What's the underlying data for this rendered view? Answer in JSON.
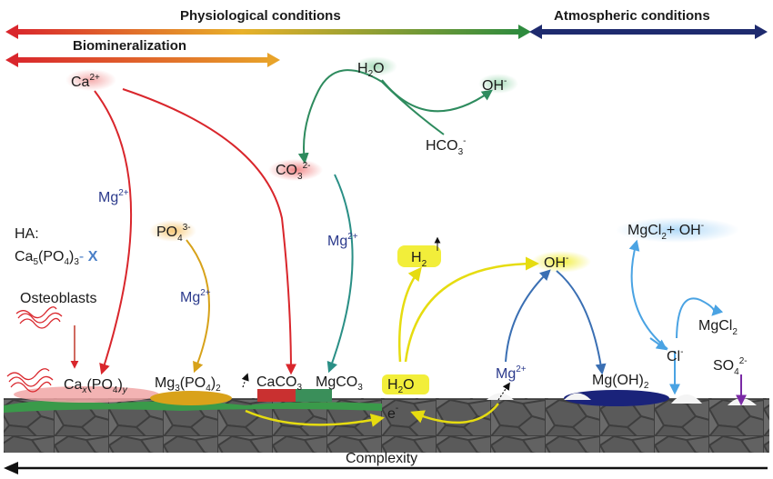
{
  "colors": {
    "red": "#d9262c",
    "green": "#2e8b5e",
    "teal": "#2a8f86",
    "gold": "#d7a21a",
    "yellow": "#f0e81e",
    "navy": "#1e2a6e",
    "blue": "#3a6fb3",
    "lightblue": "#4aa3e3",
    "purple": "#7a2aa5"
  },
  "headers": {
    "physiological": "Physiological conditions",
    "atmospheric": "Atmospheric conditions",
    "biomineralization": "Biomineralization",
    "complexity": "Complexity"
  },
  "labels": {
    "ca_ion": {
      "base": "Ca",
      "sup": "2+"
    },
    "h2o_top": {
      "base": "H",
      "sub": "2",
      "tail": "O"
    },
    "oh_top": {
      "base": "OH",
      "sup": "-"
    },
    "hco3": {
      "base": "HCO",
      "sub": "3",
      "sup": "-"
    },
    "co3": {
      "base": "CO",
      "sub": "3",
      "sup": "2-"
    },
    "mg_left": {
      "base": "Mg",
      "sup": "2+"
    },
    "mg_po4": {
      "base": "Mg",
      "sup": "2+"
    },
    "mg_co3": {
      "base": "Mg",
      "sup": "2+"
    },
    "mg_right": {
      "base": "Mg",
      "sup": "2+"
    },
    "po4": {
      "base": "PO",
      "sub": "4",
      "sup": "3-"
    },
    "ha_title": "HA:",
    "ha_formula": {
      "base": "Ca",
      "sub": "5",
      "mid": "(PO",
      "sub2": "4",
      "tail": ")",
      "sub3": "3",
      "dash": "- ",
      "x": "X"
    },
    "osteoblasts": "Osteoblasts",
    "h2_gas": {
      "base": "H",
      "sub": "2"
    },
    "oh_mid": {
      "base": "OH",
      "sup": "-"
    },
    "mgcl2_oh": {
      "base": "MgCl",
      "sub": "2",
      "plus": "+ OH",
      "sup": "-"
    },
    "mgcl2": {
      "base": "MgCl",
      "sub": "2"
    },
    "cl": {
      "base": "Cl",
      "sup": "-"
    },
    "so4": {
      "base": "SO",
      "sub": "4",
      "sup": "2-"
    },
    "caxpo4y": {
      "base": "Ca",
      "sub": "x",
      "mid": "(PO",
      "sub2": "4",
      "tail": ")",
      "sub3": "y"
    },
    "mg3po42": {
      "base": "Mg",
      "sub": "3",
      "mid": "(PO",
      "sub2": "4",
      "tail": ")",
      "sub3": "2"
    },
    "caco3": {
      "base": "CaCO",
      "sub": "3"
    },
    "mgco3": {
      "base": "MgCO",
      "sub": "3"
    },
    "h2o_surface": {
      "base": "H",
      "sub": "2",
      "tail": "O"
    },
    "electron": {
      "base": "e",
      "sup": "-"
    },
    "mgoh2": {
      "base": "Mg(OH)",
      "sub": "2"
    }
  }
}
